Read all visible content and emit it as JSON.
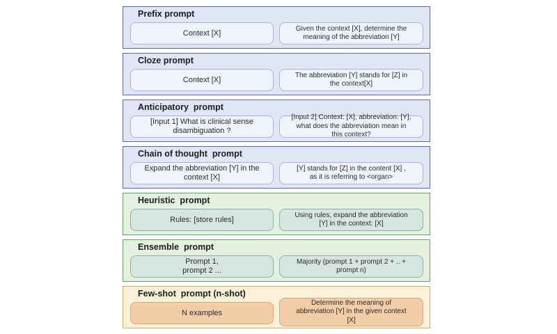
{
  "panels": [
    {
      "title": "Prefix prompt",
      "left": "Context [X]",
      "right": "Given the context [X], determine the\nmeaning of the abbreviation [Y]"
    },
    {
      "title": "Cloze prompt",
      "left": "Context [X]",
      "right": "The abbreviation [Y] stands for [Z] in\nthe context[X]"
    },
    {
      "title": "Anticipatory  prompt",
      "left": "[Input 1] What is clinical sense\ndisambiguation ?",
      "right": "[Input 2] Context: [X], abbreviation: [Y],\nwhat does the abbreviation mean in\nthis context?"
    },
    {
      "title": "Chain of thought  prompt",
      "left": "Expand the abbreviation [Y] in the\ncontext [X]",
      "right": "[Y] stands for [Z] in the content [X] ,\nas it is referring to <organ>"
    },
    {
      "title": "Heuristic  prompt",
      "left": "Rules: [store rules]",
      "right": "Using rules, expand the abbreviation\n[Y] in the context: [X]"
    },
    {
      "title": "Ensemble  prompt",
      "left": "Prompt 1,\nprompt 2 ...",
      "right": "Majority (prompt 1 + prompt 2 + .. +\nprompt n)"
    },
    {
      "title": "Few-shot  prompt (n-shot)",
      "left": "N examples",
      "right": "Determine the meaning of\nabbreviation [Y] in the given context\n[X]"
    }
  ],
  "colors": {
    "blue_panel_border": "#5a67a8",
    "blue_panel_fill": "#e1e6f7",
    "green_panel_border": "#5fa064",
    "green_panel_fill": "#e3f1de",
    "yellow_panel_border": "#d3ad5a",
    "yellow_panel_fill": "#fbf1d8",
    "yellow_box_fill": "#f2cda8"
  }
}
